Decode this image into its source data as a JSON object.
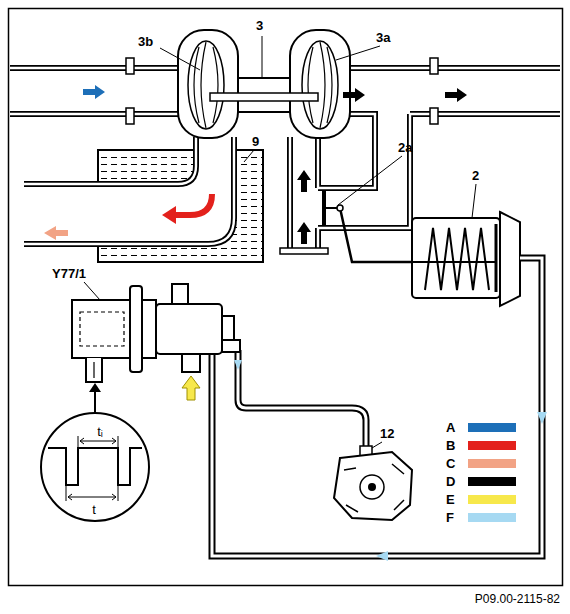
{
  "diagram": {
    "caption": "P09.00-2115-82",
    "nodes": [
      {
        "text": [
          "tᵢ",
          "t"
        ]
      }
    ],
    "labels": [
      "3b",
      "3",
      "3a",
      "9",
      "2a",
      "2",
      "Y77/1",
      "12"
    ],
    "legend": [
      {
        "text": "A",
        "color": "#1d6fb8"
      },
      {
        "text": "B",
        "color": "#e3211c"
      },
      {
        "text": "C",
        "color": "#f2a385"
      },
      {
        "text": "D",
        "color": "#000000"
      },
      {
        "text": "E",
        "color": "#f7e84b"
      },
      {
        "text": "F",
        "color": "#a6d9f2"
      }
    ]
  }
}
